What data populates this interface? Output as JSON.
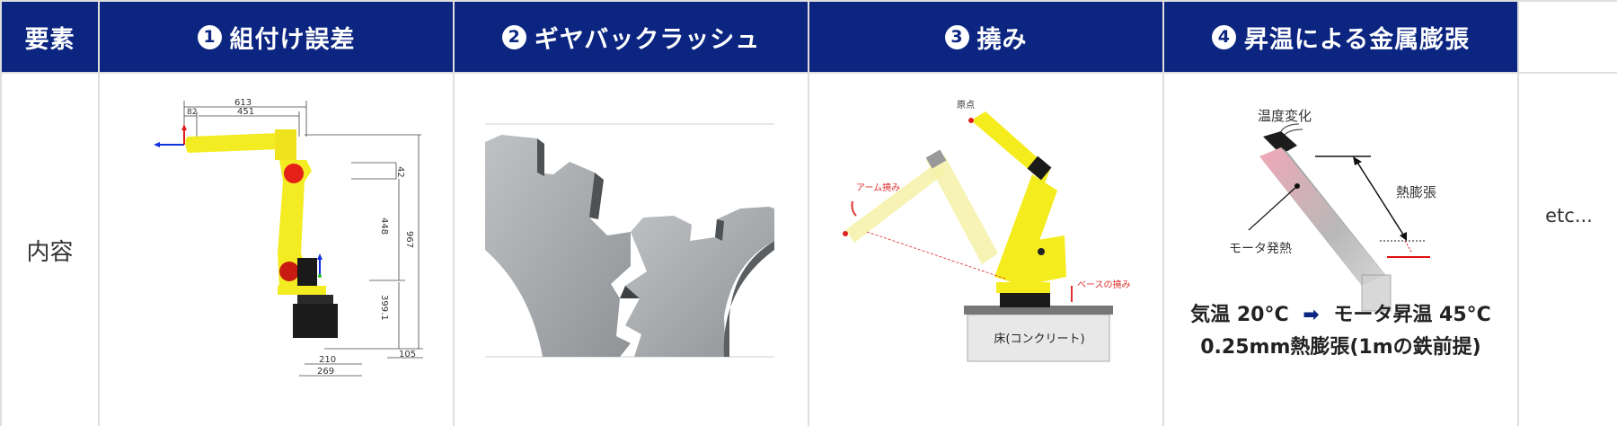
{
  "header": {
    "row_label": "要素",
    "columns": [
      {
        "number": "1",
        "title": "組付け誤差"
      },
      {
        "number": "2",
        "title": "ギヤバックラッシュ"
      },
      {
        "number": "3",
        "title": "撓み"
      },
      {
        "number": "4",
        "title": "昇温による金属膨張"
      }
    ]
  },
  "body": {
    "row_label": "内容",
    "assembly_error": {
      "dimensions": {
        "d613": "613",
        "d82": "82",
        "d451": "451",
        "d42": "42",
        "d448": "448",
        "d967": "967",
        "d399": "399.1",
        "d105": "105",
        "d210": "210",
        "d269": "269"
      }
    },
    "deflection": {
      "origin_label": "原点",
      "arm_label": "アーム撓み",
      "base_label": "ベースの撓み",
      "floor_label": "床(コンクリート)"
    },
    "thermal": {
      "temp_change_label": "温度変化",
      "motor_heat_label": "モータ発熱",
      "expansion_label": "熱膨張",
      "line1_left": "気温 20°C",
      "line1_right": "モータ昇温 45°C",
      "line2": "0.25mm熱膨張(1mの鉄前提)"
    },
    "etc": "etc..."
  },
  "colors": {
    "header_bg": "#0b2580",
    "border": "#dedede",
    "robot_yellow": "#f5ec1e",
    "gear_gray": "#a7aaad"
  }
}
